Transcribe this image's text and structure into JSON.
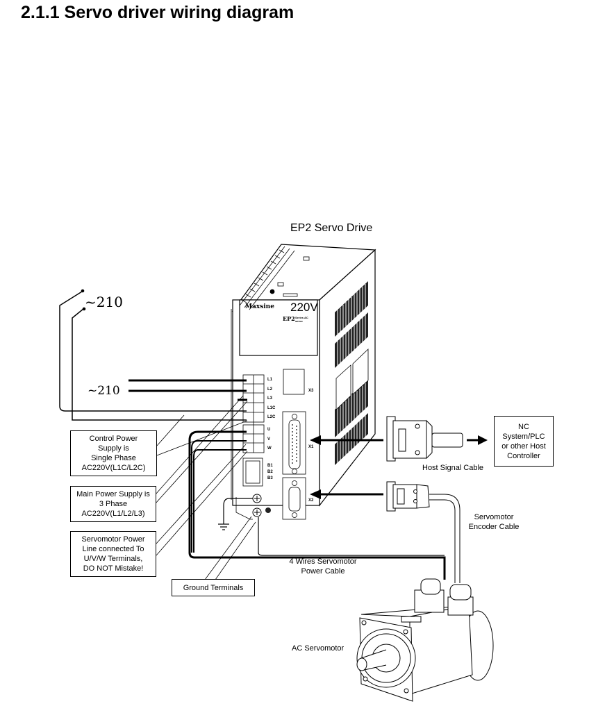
{
  "page": {
    "title": "2.1.1 Servo driver wiring diagram"
  },
  "diagram": {
    "drive_title": "EP2 Servo Drive",
    "drive": {
      "brand": "Maxsine",
      "voltage": "220V",
      "model": "EP2",
      "series_text": "Series AC servo",
      "terminals": [
        "L1",
        "L2",
        "L3",
        "L1C",
        "L2C",
        "U",
        "V",
        "W",
        "B1",
        "B2",
        "B3"
      ],
      "ports": [
        "X3",
        "X1",
        "X2"
      ]
    },
    "handwritten": {
      "top_supply": "~210",
      "mid_supply": "~210"
    },
    "callouts": {
      "control_power": "Control Power\nSupply is\nSingle Phase\nAC220V(L1C/L2C)",
      "main_power": "Main Power Supply is\n3 Phase\nAC220V(L1/L2/L3)",
      "servomotor_power": "Servomotor Power\nLine connected To\nU/V/W  Terminals,\nDO NOT Mistake!",
      "ground_terminals": "Ground Terminals",
      "host_controller": "NC\nSystem/PLC\nor other Host\nController"
    },
    "labels": {
      "host_signal_cable": "Host Signal Cable",
      "encoder_cable": "Servomotor\nEncoder Cable",
      "power_cable": "4 Wires Servomotor\nPower Cable",
      "ac_servomotor": "AC Servomotor"
    }
  }
}
